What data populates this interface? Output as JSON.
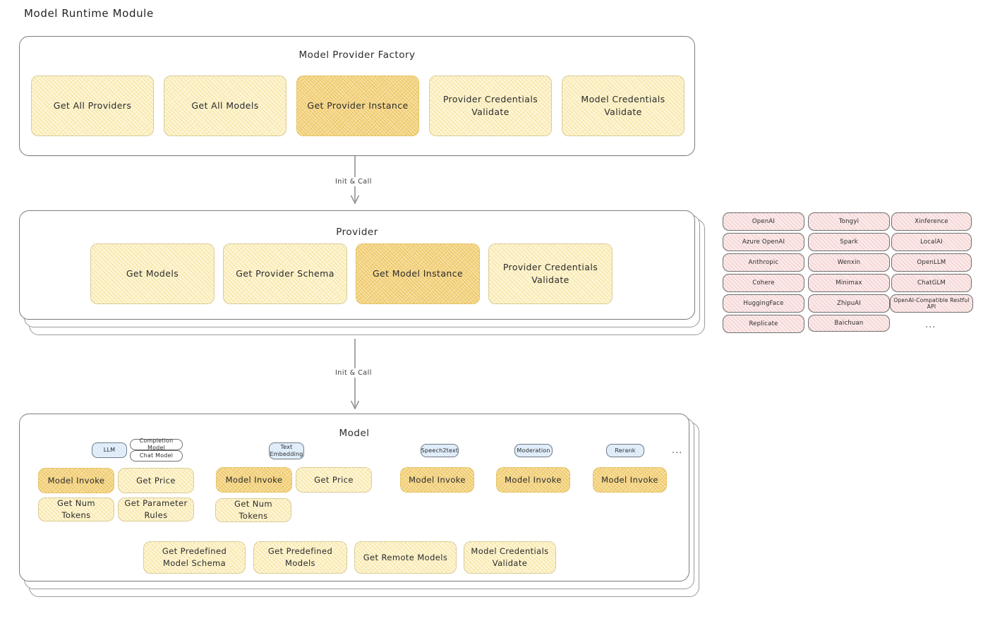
{
  "page": {
    "title": "Model Runtime Module"
  },
  "factory": {
    "title": "Model Provider Factory",
    "nodes": [
      {
        "label": "Get All Providers",
        "highlighted": false
      },
      {
        "label": "Get All Models",
        "highlighted": false
      },
      {
        "label": "Get Provider Instance",
        "highlighted": true
      },
      {
        "label": "Provider Credentials Validate",
        "highlighted": false
      },
      {
        "label": "Model Credentials Validate",
        "highlighted": false
      }
    ]
  },
  "arrows": [
    {
      "label": "Init & Call"
    },
    {
      "label": "Init & Call"
    }
  ],
  "provider": {
    "title": "Provider",
    "nodes": [
      {
        "label": "Get Models",
        "highlighted": false
      },
      {
        "label": "Get Provider Schema",
        "highlighted": false
      },
      {
        "label": "Get Model Instance",
        "highlighted": true
      },
      {
        "label": "Provider Credentials Validate",
        "highlighted": false
      }
    ]
  },
  "provider_list": {
    "columns": [
      {
        "items": [
          "OpenAI",
          "Azure OpenAI",
          "Anthropic",
          "Cohere",
          "HuggingFace",
          "Replicate"
        ]
      },
      {
        "items": [
          "Tongyi",
          "Spark",
          "Wenxin",
          "Minimax",
          "ZhipuAI",
          "Baichuan"
        ]
      },
      {
        "items": [
          "Xinference",
          "LocalAI",
          "OpenLLM",
          "ChatGLM",
          "OpenAI-Compatible Restful API"
        ]
      }
    ],
    "more": "..."
  },
  "model": {
    "title": "Model",
    "more": "...",
    "types": [
      {
        "tag": "LLM",
        "subtags": [
          "Completion Model",
          "Chat Model"
        ],
        "nodes": [
          {
            "label": "Model Invoke",
            "highlighted": true
          },
          {
            "label": "Get Price",
            "highlighted": false
          },
          {
            "label": "Get Num Tokens",
            "highlighted": false
          },
          {
            "label": "Get Parameter Rules",
            "highlighted": false
          }
        ]
      },
      {
        "tag": "Text Embedding",
        "subtags": [],
        "nodes": [
          {
            "label": "Model Invoke",
            "highlighted": true
          },
          {
            "label": "Get Price",
            "highlighted": false
          },
          {
            "label": "Get Num Tokens",
            "highlighted": false
          }
        ]
      },
      {
        "tag": "Speech2text",
        "subtags": [],
        "nodes": [
          {
            "label": "Model Invoke",
            "highlighted": true
          }
        ]
      },
      {
        "tag": "Moderation",
        "subtags": [],
        "nodes": [
          {
            "label": "Model Invoke",
            "highlighted": true
          }
        ]
      },
      {
        "tag": "Rerank",
        "subtags": [],
        "nodes": [
          {
            "label": "Model Invoke",
            "highlighted": true
          }
        ]
      }
    ],
    "common_nodes": [
      {
        "label": "Get Predefined Model Schema"
      },
      {
        "label": "Get Predefined Models"
      },
      {
        "label": "Get Remote Models"
      },
      {
        "label": "Model Credentials Validate"
      }
    ]
  },
  "colors": {
    "node_fill": "#fdf5d6",
    "node_highlight_fill": "#f8dfa1",
    "chip_fill": "#fbeaea",
    "tag_fill": "#e5f0fb",
    "border": "#7e7e7e"
  }
}
